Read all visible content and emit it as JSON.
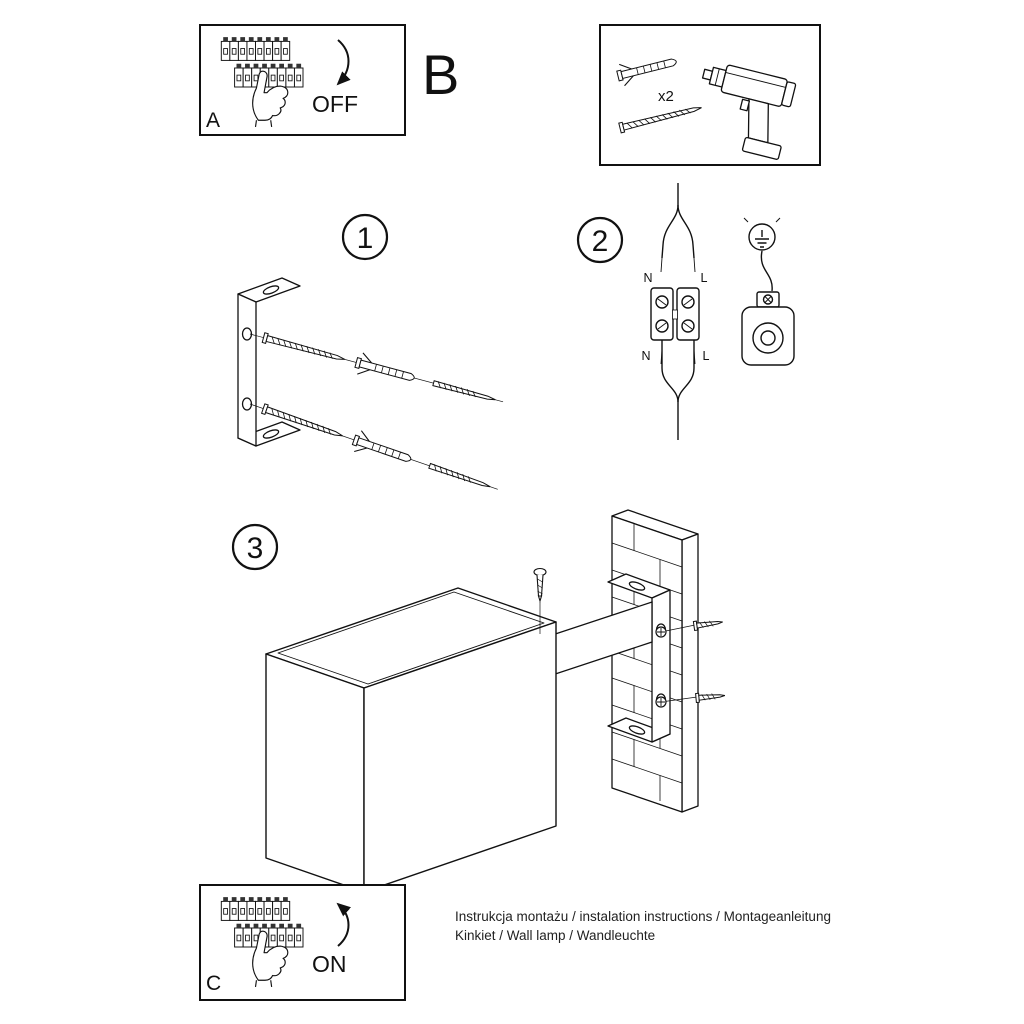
{
  "document": {
    "section_b_label": "B",
    "panel_a": {
      "label": "A",
      "state": "OFF"
    },
    "panel_c": {
      "label": "C",
      "state": "ON"
    },
    "toolbox": {
      "quantity": "x2"
    },
    "step1": {
      "number": "1"
    },
    "step2": {
      "number": "2",
      "n_top": "N",
      "l_top": "L",
      "n_bottom": "N",
      "l_bottom": "L"
    },
    "step3": {
      "number": "3"
    },
    "footer": {
      "line1": "Instrukcja montażu / instalation instructions / Montageanleitung",
      "line2": "Kinkiet / Wall lamp / Wandleuchte"
    }
  }
}
